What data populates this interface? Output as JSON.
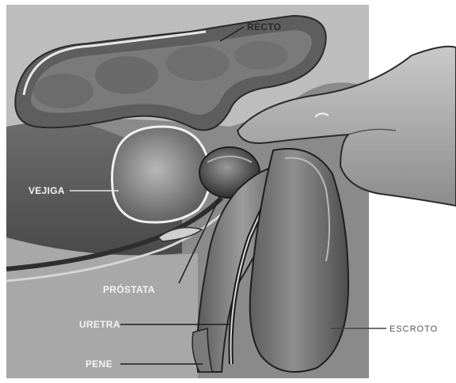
{
  "labels": {
    "recto": "RECTO",
    "vejiga": "VEJIGA",
    "prostata": "PRÓSTATA",
    "uretra": "URETRA",
    "pene": "PENE",
    "escroto": "ESCROTO"
  }
}
